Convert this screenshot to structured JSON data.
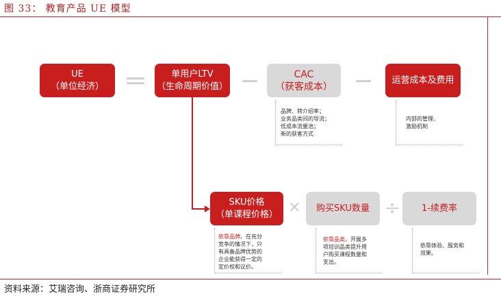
{
  "header": {
    "title": "图 33： 教育产品 UE 模型"
  },
  "footer": {
    "source": "资料来源：艾瑞咨询、浙商证券研究所"
  },
  "boxes": {
    "ue": {
      "line1": "UE",
      "line2": "（单位经济）"
    },
    "ltv": {
      "line1": "单用户LTV",
      "line2": "（生命周期价值）"
    },
    "cac": {
      "line1": "CAC",
      "line2": "（获客成本）"
    },
    "opex": {
      "line1": "运营成本及费用"
    },
    "sku_price": {
      "line1": "SKU价格",
      "line2": "（单课程价格）"
    },
    "sku_qty": {
      "line1": "购买SKU数量"
    },
    "renewal": {
      "line1": "1-续费率"
    }
  },
  "notes": {
    "cac": [
      "品牌、转介绍率；",
      "业务品类间的导流；",
      "低成本流量池；",
      "新的获客方式"
    ],
    "opex": [
      "内部的管理、",
      "激励机制"
    ],
    "sku_price": {
      "highlight": "依靠品牌。",
      "lines": [
        "在充分",
        "竞争的情况下，只",
        "有具备品牌优势的",
        "企业能获得一定的",
        "定价权和议价。"
      ]
    },
    "sku_qty": {
      "highlight": "依靠品类。",
      "lines": [
        "开展多",
        "项培训品类提升用",
        "户购买课程数量和",
        "支出。"
      ]
    },
    "renewal": [
      "依靠体验、服务和",
      "效果。"
    ]
  },
  "colors": {
    "brand_red": "#c81e1e",
    "gray_box": "#d9d9d9",
    "operator": "#d0d0d0"
  }
}
